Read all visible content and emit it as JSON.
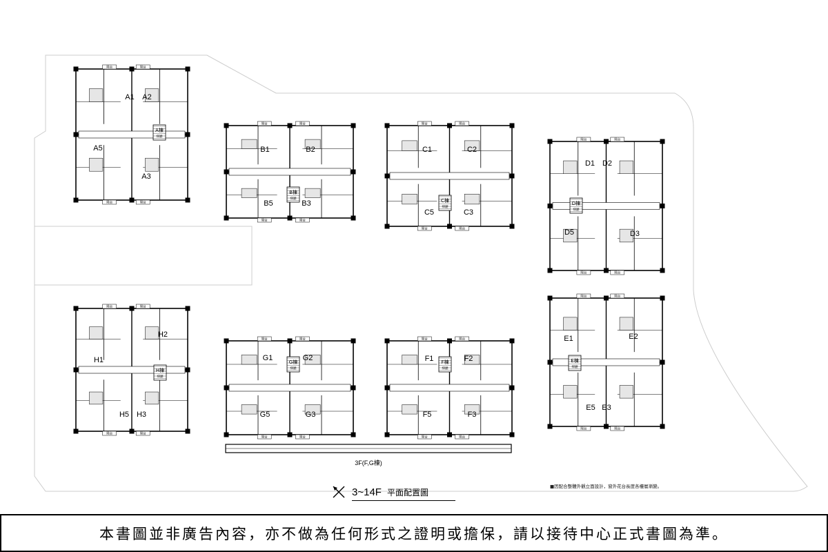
{
  "plan": {
    "title_floor": "3~14F",
    "title_name": "平面配置圖",
    "third_floor_note": "3F(F,G棟)",
    "note": "■因配合整體外觀立面設計，窗外花台長度各樓層漸變。",
    "disclaimer": "本書圖並非廣告內容，亦不做為任何形式之證明或擔保，請以接待中心正式書圖為準。",
    "balcony_label": "陽台",
    "core_sublabel": "梯廳",
    "icons": {
      "compass": "north-arrow-icon"
    },
    "colors": {
      "line": "#000000",
      "site": "#cccccc",
      "fill": "#e6e6e6"
    },
    "buildings": [
      {
        "id": "A",
        "core": "A棟",
        "units": [
          "A1",
          "A2",
          "A3",
          "A5"
        ]
      },
      {
        "id": "B",
        "core": "B棟",
        "units": [
          "B1",
          "B2",
          "B3",
          "B5"
        ]
      },
      {
        "id": "C",
        "core": "C棟",
        "units": [
          "C1",
          "C2",
          "C3",
          "C5"
        ]
      },
      {
        "id": "D",
        "core": "D棟",
        "units": [
          "D1",
          "D2",
          "D3",
          "D5"
        ]
      },
      {
        "id": "E",
        "core": "E棟",
        "units": [
          "E1",
          "E2",
          "E3",
          "E5"
        ]
      },
      {
        "id": "F",
        "core": "F棟",
        "units": [
          "F1",
          "F2",
          "F3",
          "F5"
        ]
      },
      {
        "id": "G",
        "core": "G棟",
        "units": [
          "G1",
          "G2",
          "G3",
          "G5"
        ]
      },
      {
        "id": "H",
        "core": "H棟",
        "units": [
          "H1",
          "H2",
          "H3",
          "H5"
        ]
      }
    ]
  }
}
